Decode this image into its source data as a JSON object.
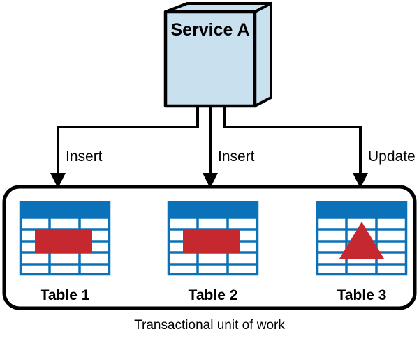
{
  "diagram": {
    "title_node": {
      "label": "Service A",
      "shape": "3d-box",
      "fill_color": "#C9E0EF",
      "stroke_color": "#000000"
    },
    "edges": [
      {
        "id": "edge-1",
        "label": "Insert",
        "from": "Service A",
        "to": "Table 1"
      },
      {
        "id": "edge-2",
        "label": "Insert",
        "from": "Service A",
        "to": "Table 2"
      },
      {
        "id": "edge-3",
        "label": "Update",
        "from": "Service A",
        "to": "Table 3"
      }
    ],
    "container": {
      "caption": "Transactional unit of work",
      "shape": "rounded-rect",
      "stroke_color": "#000000"
    },
    "tables": [
      {
        "id": "table-1",
        "label": "Table 1",
        "header_color": "#0B72B9",
        "grid_color": "#0B72B9",
        "overlay": {
          "shape": "rectangle",
          "color": "#C5282F"
        },
        "columns": 3,
        "rows": 5
      },
      {
        "id": "table-2",
        "label": "Table 2",
        "header_color": "#0B72B9",
        "grid_color": "#0B72B9",
        "overlay": {
          "shape": "rectangle",
          "color": "#C5282F"
        },
        "columns": 3,
        "rows": 5
      },
      {
        "id": "table-3",
        "label": "Table 3",
        "header_color": "#0B72B9",
        "grid_color": "#0B72B9",
        "overlay": {
          "shape": "triangle",
          "color": "#C5282F"
        },
        "columns": 3,
        "rows": 5
      }
    ],
    "colors": {
      "service_fill": "#C9E0EF",
      "table_blue": "#0B72B9",
      "overlay_red": "#C5282F",
      "outline": "#000000",
      "background": "#FFFFFF"
    }
  }
}
